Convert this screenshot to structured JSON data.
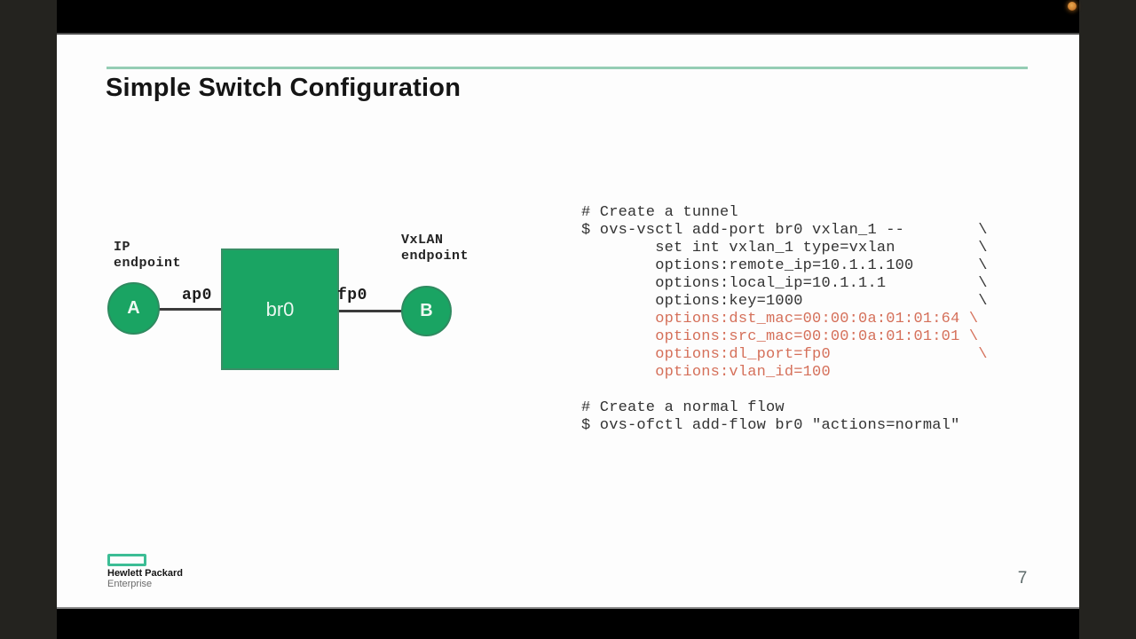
{
  "window": {
    "rec_indicator_color": "#cf8030"
  },
  "slide": {
    "title": "Simple Switch Configuration",
    "accent_color": "#95cdb5",
    "page_number": "7"
  },
  "diagram": {
    "shape_color": "#1aa463",
    "left_endpoint_line1": "IP",
    "left_endpoint_line2": "endpoint",
    "right_endpoint_line1": "VxLAN",
    "right_endpoint_line2": "endpoint",
    "node_a_label": "A",
    "node_b_label": "B",
    "bridge_label": "br0",
    "port_left_label": "ap0",
    "port_right_label": "fp0"
  },
  "code": {
    "red_color": "#d5705a",
    "normal_color": "#333333",
    "lines": [
      {
        "text": "# Create a tunnel",
        "red": false
      },
      {
        "text": "$ ovs-vsctl add-port br0 vxlan_1 --        \\",
        "red": false
      },
      {
        "text": "        set int vxlan_1 type=vxlan         \\",
        "red": false
      },
      {
        "text": "        options:remote_ip=10.1.1.100       \\",
        "red": false
      },
      {
        "text": "        options:local_ip=10.1.1.1          \\",
        "red": false
      },
      {
        "text": "        options:key=1000                   \\",
        "red": false
      },
      {
        "text": "        options:dst_mac=00:00:0a:01:01:64 \\",
        "red": true
      },
      {
        "text": "        options:src_mac=00:00:0a:01:01:01 \\",
        "red": true
      },
      {
        "text": "        options:dl_port=fp0                \\",
        "red": true
      },
      {
        "text": "        options:vlan_id=100",
        "red": true
      },
      {
        "text": "",
        "red": false
      },
      {
        "text": "# Create a normal flow",
        "red": false
      },
      {
        "text": "$ ovs-ofctl add-flow br0 \"actions=normal\"",
        "red": false
      }
    ]
  },
  "footer": {
    "brand_line1": "Hewlett Packard",
    "brand_line2": "Enterprise"
  }
}
